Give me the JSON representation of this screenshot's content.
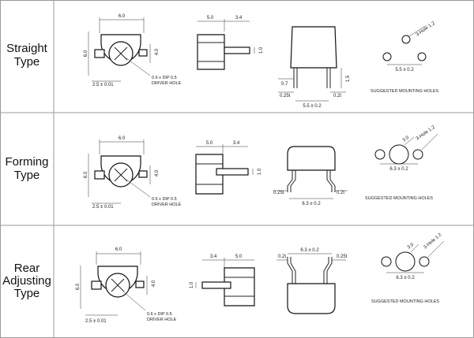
{
  "rows": [
    {
      "label": [
        "Straight",
        "Type"
      ],
      "top_view": {
        "width": "6.0",
        "height": "6.0",
        "lead_offset": "2.5 ± 0.01",
        "lead_label": "4.0",
        "driver_note": [
          "0.6 x DIP 0.5",
          "DRIVER HOLE"
        ]
      },
      "side_view": {
        "a": "5.0",
        "b": "3.4",
        "c": "1.0"
      },
      "front_view": {
        "pitch": "5.5 ± 0.2",
        "height": "1.5",
        "lead_w": "0.7",
        "lead_t_left": "0.25t",
        "lead_t_right": "0.2t"
      },
      "mounting": {
        "hole_label": "3-Hole 1.2",
        "pitch": "5.5 ± 0.2",
        "caption": "SUGGESTED MOUNTING HOLES"
      }
    },
    {
      "label": [
        "Forming",
        "Type"
      ],
      "top_view": {
        "width": "6.0",
        "height": "6.0",
        "lead_offset": "2.5 ± 0.01",
        "lead_label": "4.0",
        "driver_note": [
          "0.6 x DIP 0.5",
          "DRIVER HOLE"
        ]
      },
      "side_view": {
        "a": "5.0",
        "b": "3.4",
        "c": "1.0"
      },
      "front_view": {
        "pitch": "6.3 ± 0.2",
        "lead_t_left": "0.25t",
        "lead_t_right": "0.2t"
      },
      "mounting": {
        "hole_label": "3-Hole 1.2",
        "center_label": "3.0",
        "pitch": "6.3 ± 0.2",
        "caption": "SUGGESTED MOUNTING HOLES"
      }
    },
    {
      "label": [
        "Rear",
        "Adjusting",
        "Type"
      ],
      "top_view": {
        "width": "6.0",
        "height": "6.0",
        "lead_offset": "2.5 ± 0.01",
        "lead_label": "4.0",
        "driver_note": [
          "0.6 x DIP 0.5",
          "DRIVER HOLE"
        ]
      },
      "side_view": {
        "a": "3.4",
        "b": "5.0",
        "c": "1.0"
      },
      "front_view": {
        "pitch": "6.3 ± 0.2",
        "lead_t_left": "0.2t",
        "lead_t_right": "0.25t"
      },
      "mounting": {
        "hole_label": "3-Hole 1.2",
        "center_label": "3.0",
        "pitch": "6.3 ± 0.2",
        "caption": "SUGGESTED MOUNTING HOLES"
      }
    }
  ]
}
